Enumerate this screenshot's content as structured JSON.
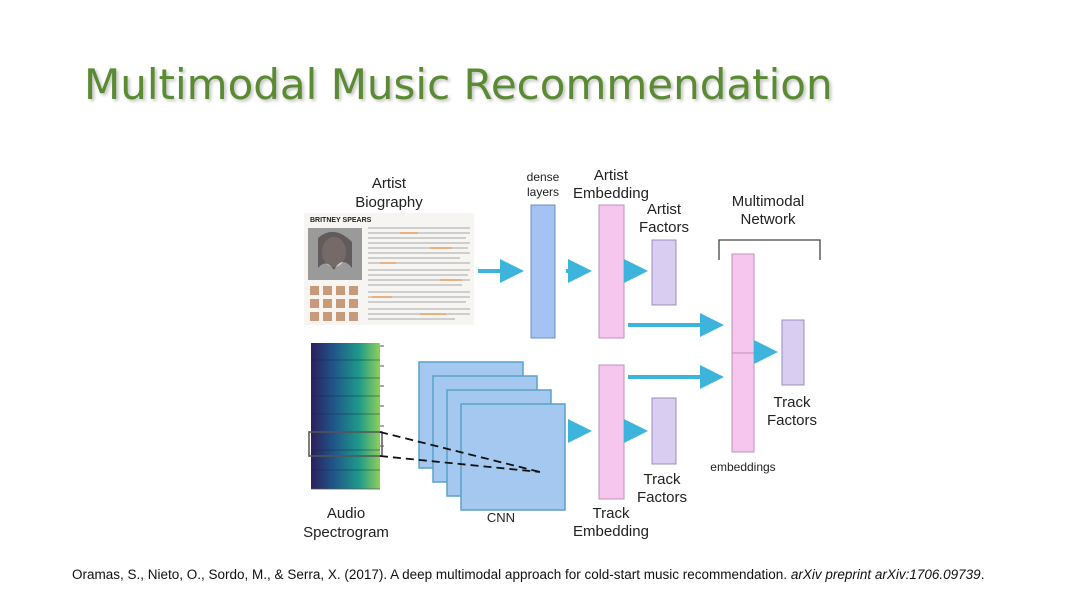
{
  "slide": {
    "title": "Multimodal Music Recommendation",
    "title_color": "#5a8a32"
  },
  "diagram": {
    "labels": {
      "artist_biography_line1": "Artist",
      "artist_biography_line2": "Biography",
      "biography_thumbnail_heading": "BRITNEY SPEARS",
      "dense_layers_line1": "dense",
      "dense_layers_line2": "layers",
      "artist_embedding_line1": "Artist",
      "artist_embedding_line2": "Embedding",
      "artist_factors_line1": "Artist",
      "artist_factors_line2": "Factors",
      "multimodal_network_line1": "Multimodal",
      "multimodal_network_line2": "Network",
      "track_factors_right_line1": "Track",
      "track_factors_right_line2": "Factors",
      "embeddings": "embeddings",
      "track_factors_bottom_line1": "Track",
      "track_factors_bottom_line2": "Factors",
      "track_embedding_line1": "Track",
      "track_embedding_line2": "Embedding",
      "cnn": "CNN",
      "audio_spectrogram_line1": "Audio",
      "audio_spectrogram_line2": "Spectrogram"
    },
    "colors": {
      "dense_layer_fill": "#a4c2f4",
      "embedding_fill": "#f7c6ee",
      "factors_fill": "#d9cdf2",
      "cnn_fill": "#a4c8f0",
      "arrow": "#3cb4dc"
    }
  },
  "citation": {
    "authors": "Oramas, S., Nieto, O., Sordo, M., & Serra, X. (2017). A deep multimodal approach for cold-start music recommendation.",
    "venue": "arXiv preprint arXiv:1706.09739",
    "end": "."
  }
}
